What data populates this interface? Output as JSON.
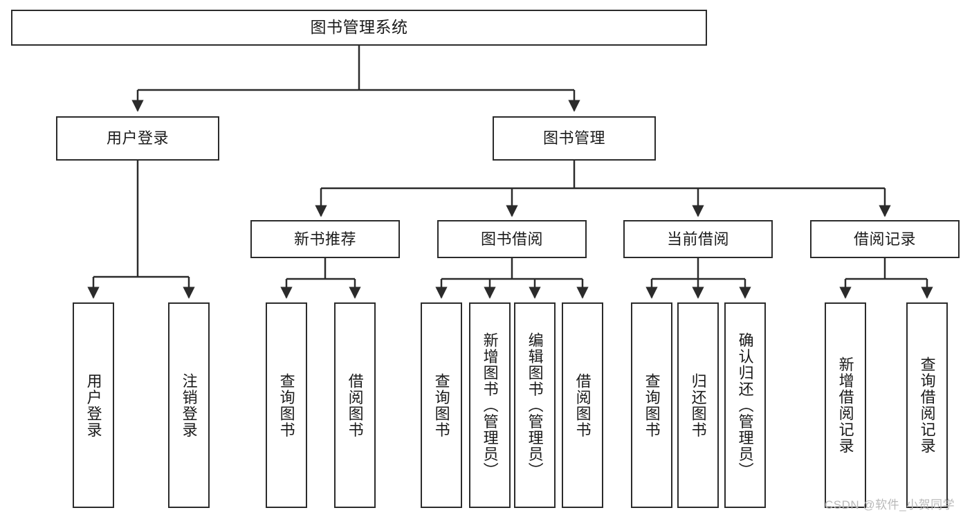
{
  "diagram": {
    "title": "图书管理系统",
    "style": {
      "box_border_color": "#2b2b2b",
      "box_fill_color": "#ffffff",
      "line_color": "#2b2b2b",
      "background": "#ffffff",
      "text_color": "#1a1a1a"
    },
    "root": {
      "label": "图书管理系统"
    },
    "level2": [
      {
        "label": "用户登录"
      },
      {
        "label": "图书管理"
      }
    ],
    "level3": [
      {
        "label": "新书推荐"
      },
      {
        "label": "图书借阅"
      },
      {
        "label": "当前借阅"
      },
      {
        "label": "借阅记录"
      }
    ],
    "leaves": {
      "user_login": [
        {
          "label": "用户登录"
        },
        {
          "label": "注销登录"
        }
      ],
      "new_book": [
        {
          "label": "查询图书"
        },
        {
          "label": "借阅图书"
        }
      ],
      "book_borrow": [
        {
          "label": "查询图书"
        },
        {
          "label": "新增图书（管理员）"
        },
        {
          "label": "编辑图书（管理员）"
        },
        {
          "label": "借阅图书"
        }
      ],
      "current_borrow": [
        {
          "label": "查询图书"
        },
        {
          "label": "归还图书"
        },
        {
          "label": "确认归还（管理员）"
        }
      ],
      "borrow_record": [
        {
          "label": "新增借阅记录"
        },
        {
          "label": "查询借阅记录"
        }
      ]
    }
  },
  "watermark": {
    "text": "CSDN @软件_小贺同学"
  }
}
